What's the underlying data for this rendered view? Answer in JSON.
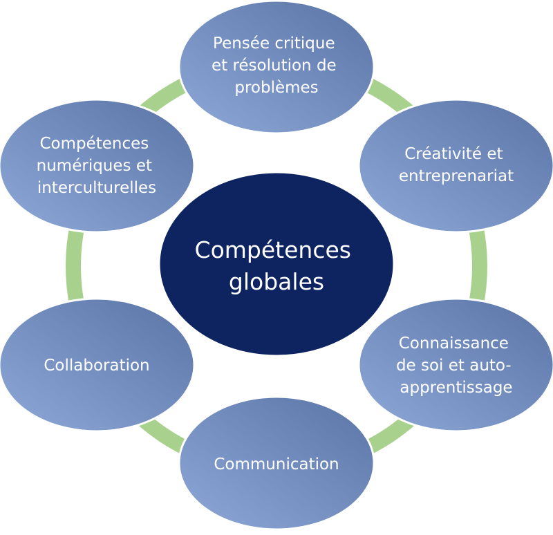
{
  "diagram": {
    "center": {
      "label_lines": [
        "Compétences",
        "globales"
      ]
    },
    "nodes": [
      {
        "id": "pensee-critique",
        "label_lines": [
          "Pensée critique",
          "et résolution de",
          "problèmes"
        ]
      },
      {
        "id": "creativite",
        "label_lines": [
          "Créativité et",
          "entreprenariat"
        ]
      },
      {
        "id": "connaissance-de-soi",
        "label_lines": [
          "Connaissance",
          "de soi et auto-",
          "apprentissage"
        ]
      },
      {
        "id": "communication",
        "label_lines": [
          "Communication"
        ]
      },
      {
        "id": "collaboration",
        "label_lines": [
          "Collaboration"
        ]
      },
      {
        "id": "competences-numeriques",
        "label_lines": [
          "Compétences",
          "numériques et",
          "interculturelles"
        ]
      }
    ],
    "colors": {
      "ring": "#a9d18e",
      "center_fill": "#0d2461",
      "node_fill_light": "#8ea8d8",
      "node_fill_dark": "#5a74a6",
      "node_stroke": "#ffffff",
      "text": "#ffffff"
    }
  }
}
